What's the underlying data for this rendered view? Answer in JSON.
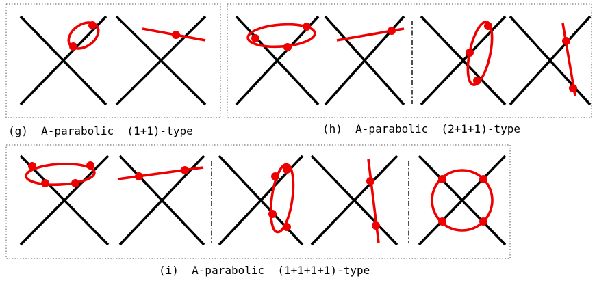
{
  "colors": {
    "line": "#000000",
    "highlight": "#ee0000",
    "frame": "#555555"
  },
  "captions": {
    "g": "(g)  A-parabolic  (1+1)-type",
    "h": "(h)  A-parabolic  (2+1+1)-type",
    "i": "(i)  A-parabolic  (1+1+1+1)-type"
  }
}
